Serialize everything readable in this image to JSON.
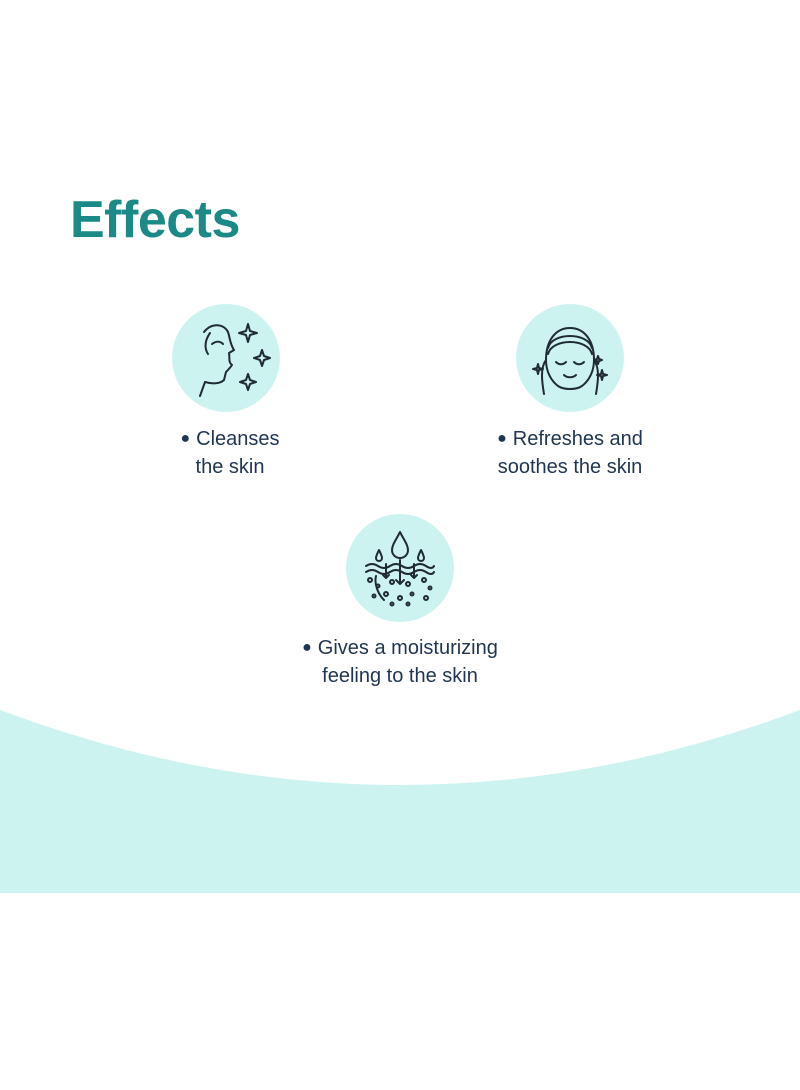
{
  "heading": "Effects",
  "colors": {
    "accent": "#1b8a86",
    "badge": "#cdf3f0",
    "text": "#1f3550",
    "band": "#cdf3f0"
  },
  "effects": [
    {
      "icon": "face-sparkle-icon",
      "lines": [
        "Cleanses",
        "the skin"
      ]
    },
    {
      "icon": "face-headband-icon",
      "lines": [
        "Refreshes and",
        "soothes the skin"
      ]
    },
    {
      "icon": "skin-moisture-icon",
      "lines": [
        "Gives a moisturizing",
        "feeling to the skin"
      ]
    }
  ]
}
